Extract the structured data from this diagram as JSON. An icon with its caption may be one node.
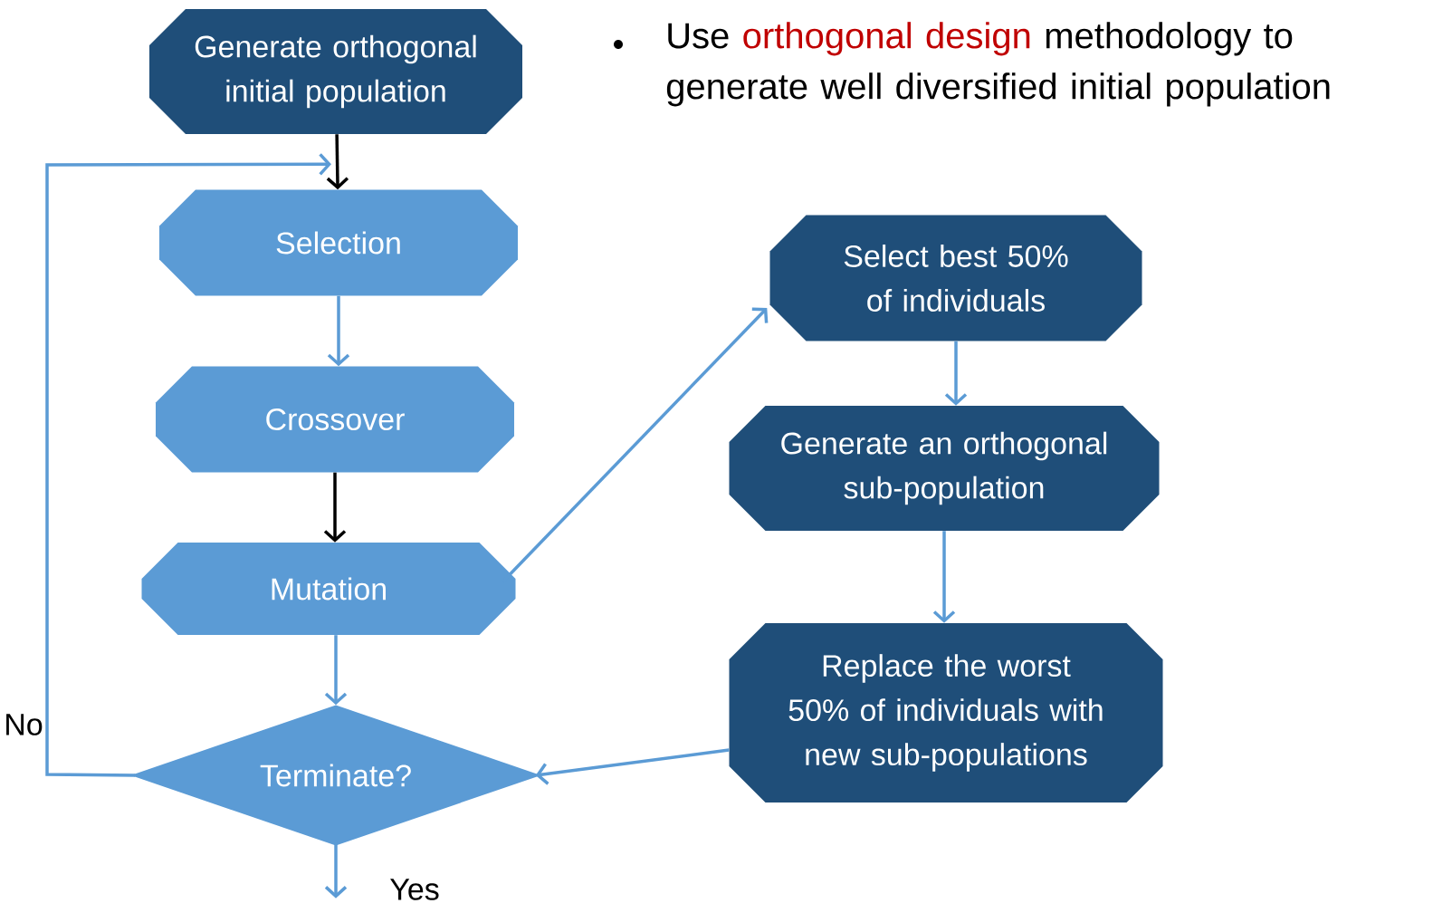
{
  "diagram": {
    "nodes": [
      {
        "text": [
          "Generate orthogonal initial population"
        ]
      },
      {
        "text": [
          "Selection"
        ]
      },
      {
        "text": [
          "Crossover"
        ]
      },
      {
        "text": [
          "Mutation"
        ]
      },
      {
        "text": [
          "Terminate?"
        ]
      },
      {
        "text": [
          "Select best 50% of individuals"
        ]
      },
      {
        "text": [
          "Generate an orthogonal sub-population"
        ]
      },
      {
        "text": [
          "Replace the worst 50% of individuals with new sub-populations"
        ]
      }
    ],
    "edges": [
      {
        "from": 0,
        "to": 1,
        "arrow": "to",
        "color": "#000000"
      },
      {
        "from": 1,
        "to": 2,
        "arrow": "to"
      },
      {
        "from": 2,
        "to": 3,
        "arrow": "to",
        "color": "#000000"
      },
      {
        "from": 3,
        "to": 4,
        "arrow": "to"
      },
      {
        "from": 3,
        "to": 5,
        "arrow": "to"
      },
      {
        "from": 5,
        "to": 6,
        "arrow": "to"
      },
      {
        "from": 6,
        "to": 7,
        "arrow": "to"
      },
      {
        "from": 7,
        "to": 4,
        "arrow": "to"
      },
      {
        "from": 4,
        "to": 1,
        "arrow": "to",
        "label": "No"
      },
      {
        "from": 4,
        "to": null,
        "arrow": "to",
        "label": "Yes"
      }
    ],
    "labels": [
      "Use",
      "orthogonal design",
      "methodology to generate well diversified initial population"
    ]
  }
}
